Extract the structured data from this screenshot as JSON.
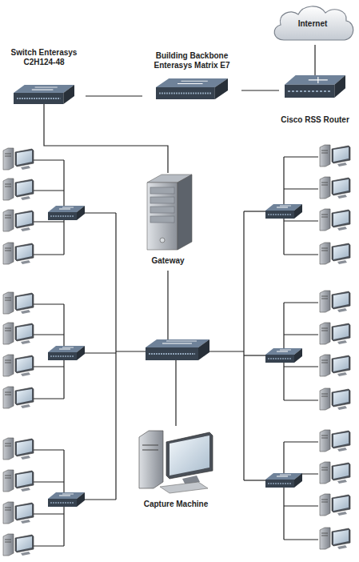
{
  "diagram": {
    "nodes": [
      {
        "text": [
          "Internet"
        ]
      },
      {
        "text": [
          "Switch Enterasys C2H124-48"
        ]
      },
      {
        "text": [
          "Building Backbone Enterasys Matrix E7"
        ]
      },
      {
        "text": [
          "Cisco RSS Router"
        ]
      },
      {
        "text": [
          "Gateway"
        ]
      },
      {
        "text": [
          "Capture Machine"
        ]
      }
    ],
    "edges": [
      {
        "from": 1,
        "to": 2,
        "arrow": "none"
      },
      {
        "from": 2,
        "to": 3,
        "arrow": "none"
      },
      {
        "from": 3,
        "to": 0,
        "arrow": "none"
      },
      {
        "from": 1,
        "to": 4,
        "arrow": "none"
      }
    ]
  }
}
